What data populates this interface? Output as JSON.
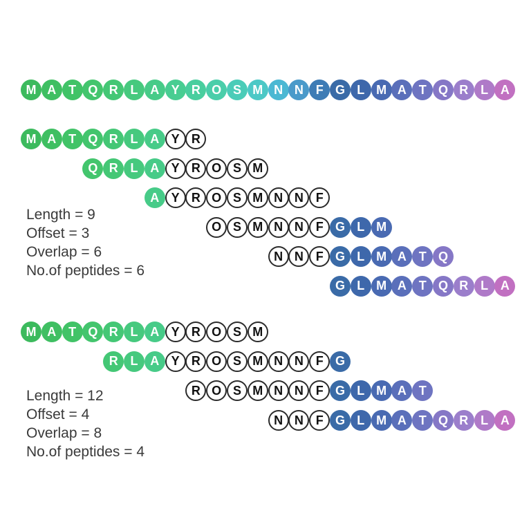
{
  "diagram": {
    "sequence_letters": [
      "M",
      "A",
      "T",
      "Q",
      "R",
      "L",
      "A",
      "Y",
      "R",
      "O",
      "S",
      "M",
      "N",
      "N",
      "F",
      "G",
      "L",
      "M",
      "A",
      "T",
      "Q",
      "R",
      "L",
      "A"
    ],
    "sequence_colors": [
      "#3cba5d",
      "#3fbf62",
      "#41c367",
      "#43c56d",
      "#44c775",
      "#46c97e",
      "#47cb88",
      "#48cd92",
      "#49ce9e",
      "#4aceaa",
      "#4bccb8",
      "#4cc8c6",
      "#4bb8d3",
      "#4a9aca",
      "#3e7cb5",
      "#3a6ba7",
      "#3e68ab",
      "#496ab2",
      "#5a6fba",
      "#6e74c1",
      "#8577c6",
      "#9b7ecb",
      "#af7ac8",
      "#c170c1"
    ],
    "outlined_region": {
      "start": 8,
      "end": 15
    },
    "outline_colors": {
      "border": "#2b2b2b",
      "fill": "#ffffff",
      "text": "#111111"
    },
    "groups": [
      {
        "stats": [
          "Length = 9",
          "Offset = 3",
          "Overlap = 6",
          "No.of peptides = 6"
        ],
        "peptides": [
          {
            "start": 1,
            "length": 9
          },
          {
            "start": 4,
            "length": 9
          },
          {
            "start": 7,
            "length": 9
          },
          {
            "start": 10,
            "length": 9
          },
          {
            "start": 13,
            "length": 9
          },
          {
            "start": 16,
            "length": 9
          }
        ]
      },
      {
        "stats": [
          "Length = 12",
          "Offset = 4",
          "Overlap = 8",
          "No.of peptides = 4"
        ],
        "peptides": [
          {
            "start": 1,
            "length": 12
          },
          {
            "start": 5,
            "length": 12
          },
          {
            "start": 9,
            "length": 12
          },
          {
            "start": 13,
            "length": 12
          }
        ]
      }
    ]
  }
}
